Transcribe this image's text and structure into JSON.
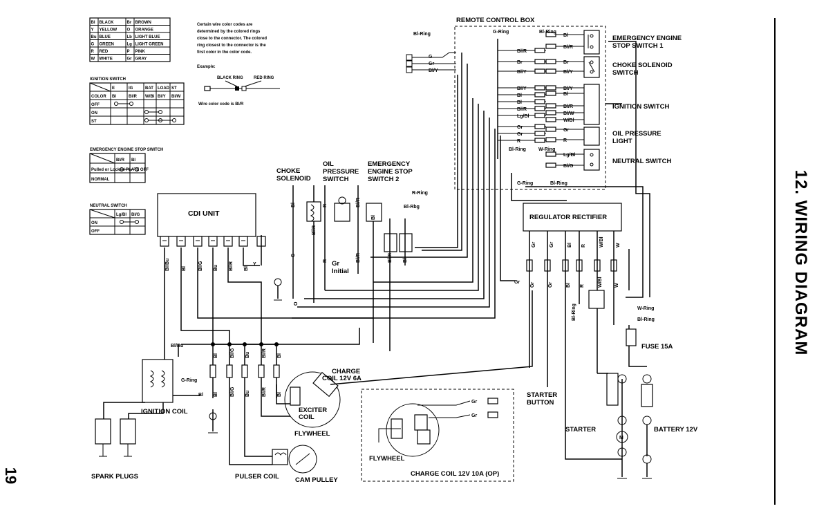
{
  "title": "12. WIRING DIAGRAM",
  "page_number": "19",
  "color_codes": [
    [
      "Bl",
      "BLACK",
      "Br",
      "BROWN"
    ],
    [
      "Y",
      "YELLOW",
      "O",
      "ORANGE"
    ],
    [
      "Bu",
      "BLUE",
      "Lb",
      "LIGHT BLUE"
    ],
    [
      "G",
      "GREEN",
      "Lg",
      "LIGHT GREEN"
    ],
    [
      "R",
      "RED",
      "P",
      "PINK"
    ],
    [
      "W",
      "WHITE",
      "Gr",
      "GRAY"
    ]
  ],
  "color_note": [
    "Certain wire color codes are",
    "determined by the colored rings",
    "close to the connector. The colored",
    "ring closest to the connector is the",
    "first color in the color code."
  ],
  "example_label": "Example:",
  "example_black_ring": "BLACK RING",
  "example_red_ring": "RED RING",
  "example_code": "Wire color code is Bl/R",
  "ignition_switch": {
    "title": "IGNITION SWITCH",
    "headers": [
      "",
      "E",
      "IG",
      "BAT",
      "LOAD",
      "ST"
    ],
    "color_row": [
      "COLOR",
      "Bl",
      "Bl/R",
      "W/Bl",
      "Bl/Y",
      "Bl/W"
    ],
    "rows": [
      "OFF",
      "ON",
      "ST"
    ]
  },
  "emergency_stop_table": {
    "title": "EMERGENCY ENGINE STOP SWITCH",
    "headers": [
      "",
      "Bl/R",
      "Bl"
    ],
    "rows": [
      "Pulled or Locked PLATE OFF",
      "NORMAL"
    ]
  },
  "neutral_switch_table": {
    "title": "NEUTRAL SWITCH",
    "headers": [
      "",
      "Lg/Bl",
      "Bl/G"
    ],
    "rows": [
      "ON",
      "OFF"
    ]
  },
  "labels": {
    "remote_box": "REMOTE CONTROL BOX",
    "emergency_stop_1": [
      "EMERGENCY ENGINE",
      "STOP SWITCH 1"
    ],
    "choke_solenoid_switch": [
      "CHOKE SOLENOID",
      "SWITCH"
    ],
    "ignition_switch": "IGNITION SWITCH",
    "oil_pressure_light": [
      "OIL PRESSURE",
      "LIGHT"
    ],
    "neutral_switch": "NEUTRAL SWITCH",
    "choke_solenoid": [
      "CHOKE",
      "SOLENOID"
    ],
    "oil_pressure_switch": [
      "OIL",
      "PRESSURE",
      "SWITCH"
    ],
    "emergency_stop_2": [
      "EMERGENCY",
      "ENGINE STOP",
      "SWITCH 2"
    ],
    "cdi_unit": "CDI UNIT",
    "regulator_rectifier": "REGULATOR RECTIFIER",
    "ignition_coil": "IGNITION COIL",
    "spark_plugs": "SPARK PLUGS",
    "pulser_coil": "PULSER COIL",
    "cam_pulley": "CAM PULLEY",
    "flywheel": "FLYWHEEL",
    "charge_coil_6a": [
      "CHARGE",
      "COIL 12V 6A"
    ],
    "exciter_coil": [
      "EXCITER",
      "COIL"
    ],
    "charge_coil_10a": "CHARGE COIL 12V 10A (OP)",
    "starter_button": [
      "STARTER",
      "BUTTON"
    ],
    "starter": "STARTER",
    "battery": "BATTERY 12V",
    "fuse": "FUSE 15A",
    "gr_initial": [
      "Gr",
      "Initial"
    ],
    "g_ring": "G-Ring",
    "bl_ring": "Bl-Ring",
    "r_ring": "R-Ring",
    "bl_rbg": "Bl-Rbg",
    "w_ring": "W-Ring"
  },
  "remote_wires": [
    "G",
    "Gr",
    "Bl/Y"
  ],
  "remote_right_wires": [
    "Bl",
    "Bl/R",
    "Br",
    "Bl/Y",
    "Bl/Y",
    "Bl",
    "Bl/R",
    "Bl/W",
    "W/Bl",
    "Gr",
    "R",
    "Lg/Bl",
    "Bl/G"
  ],
  "remote_left_wires": [
    "Bl/R",
    "Br",
    "Bl/Y",
    "Bl/Y",
    "Bl",
    "Bl",
    "Bl/R",
    "Lg/Bl",
    "Gr",
    "Gr",
    "R"
  ],
  "cdi_wires": [
    "Bl/Bu",
    "Bl",
    "Bl/G",
    "Bu",
    "Bl/R",
    "Bl",
    "Y"
  ],
  "reg_wires": [
    "Gr",
    "Gr",
    "Bl",
    "R",
    "W/Bl",
    "W"
  ],
  "mid_wires": [
    "Bl",
    "Bl/G",
    "Bu",
    "Bl/R",
    "Bl"
  ],
  "misc_wires": {
    "choke_bl": "Bl",
    "choke_blr": "Bl/R",
    "choke_o": "O",
    "choke_g": "G",
    "oil_r": "R",
    "oil_blr": "Bl/R",
    "oil_bl": "Bl",
    "stop_blr": "Bl/R",
    "stop_bl": "Bl",
    "gr": "Gr",
    "bl_y": "Bl/Y",
    "w": "W",
    "bl_w": "Bl/W",
    "bl": "Bl",
    "bl_bu": "Bl/Bu",
    "g": "G",
    "bu": "Bu"
  }
}
